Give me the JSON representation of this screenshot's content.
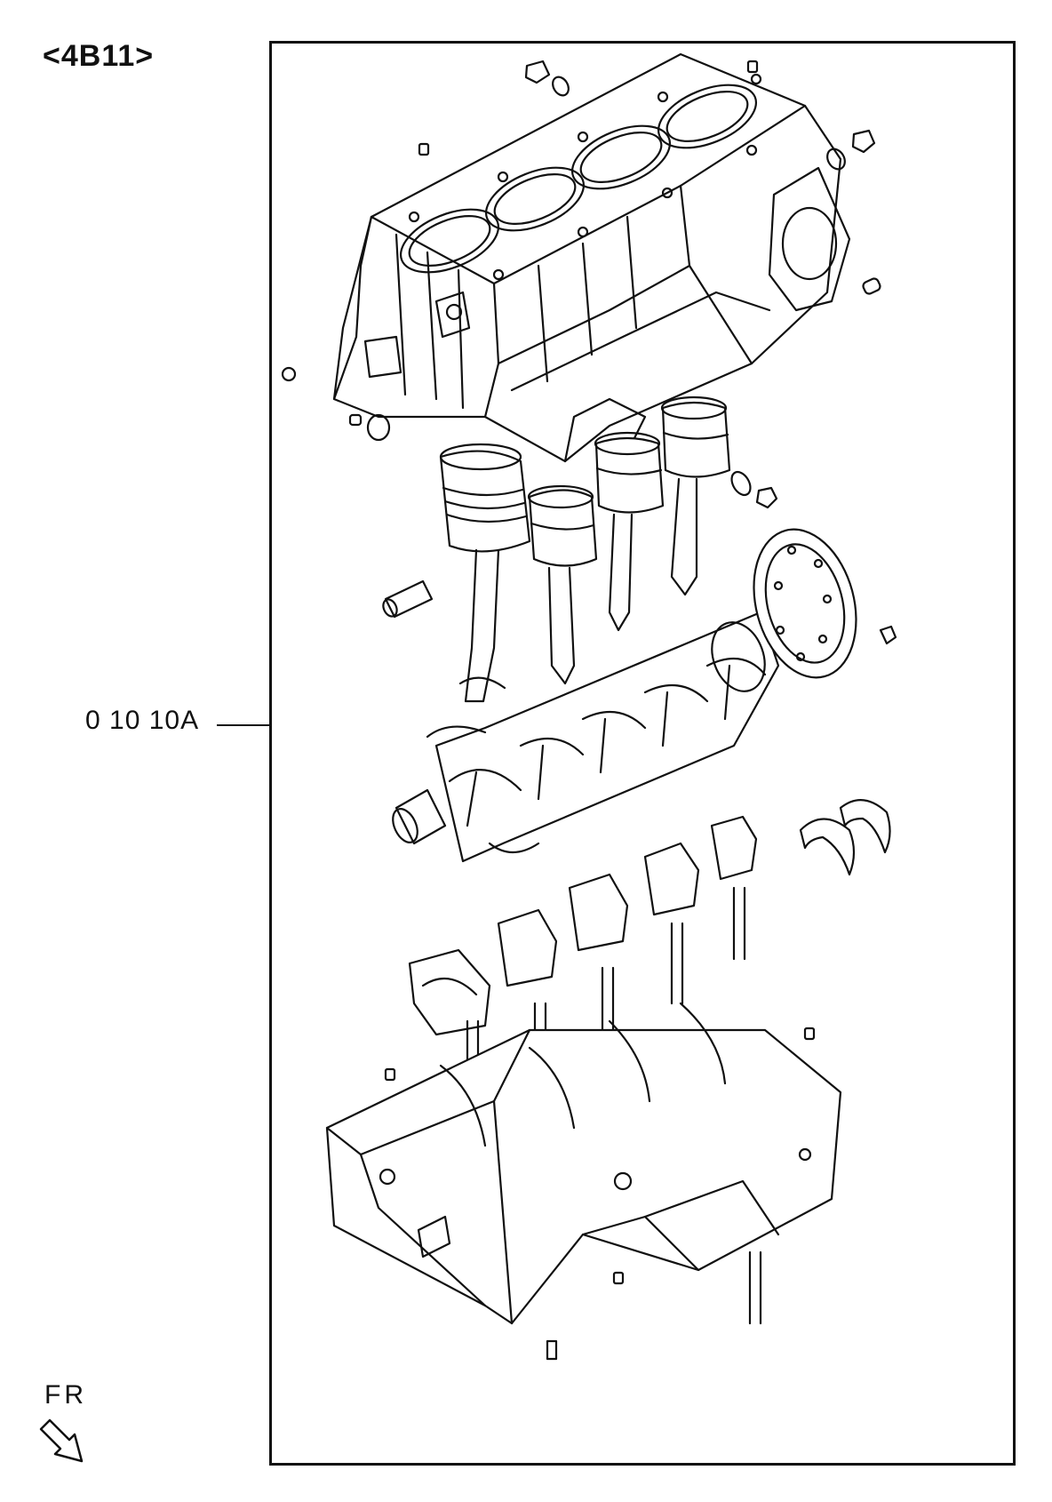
{
  "diagram": {
    "engine_tag": "<4B11>",
    "part_number": "0 10 10A",
    "direction_label": "FR",
    "icons": {
      "direction": "direction-arrow-icon"
    },
    "colors": {
      "ink": "#111111",
      "background": "#ffffff"
    }
  }
}
